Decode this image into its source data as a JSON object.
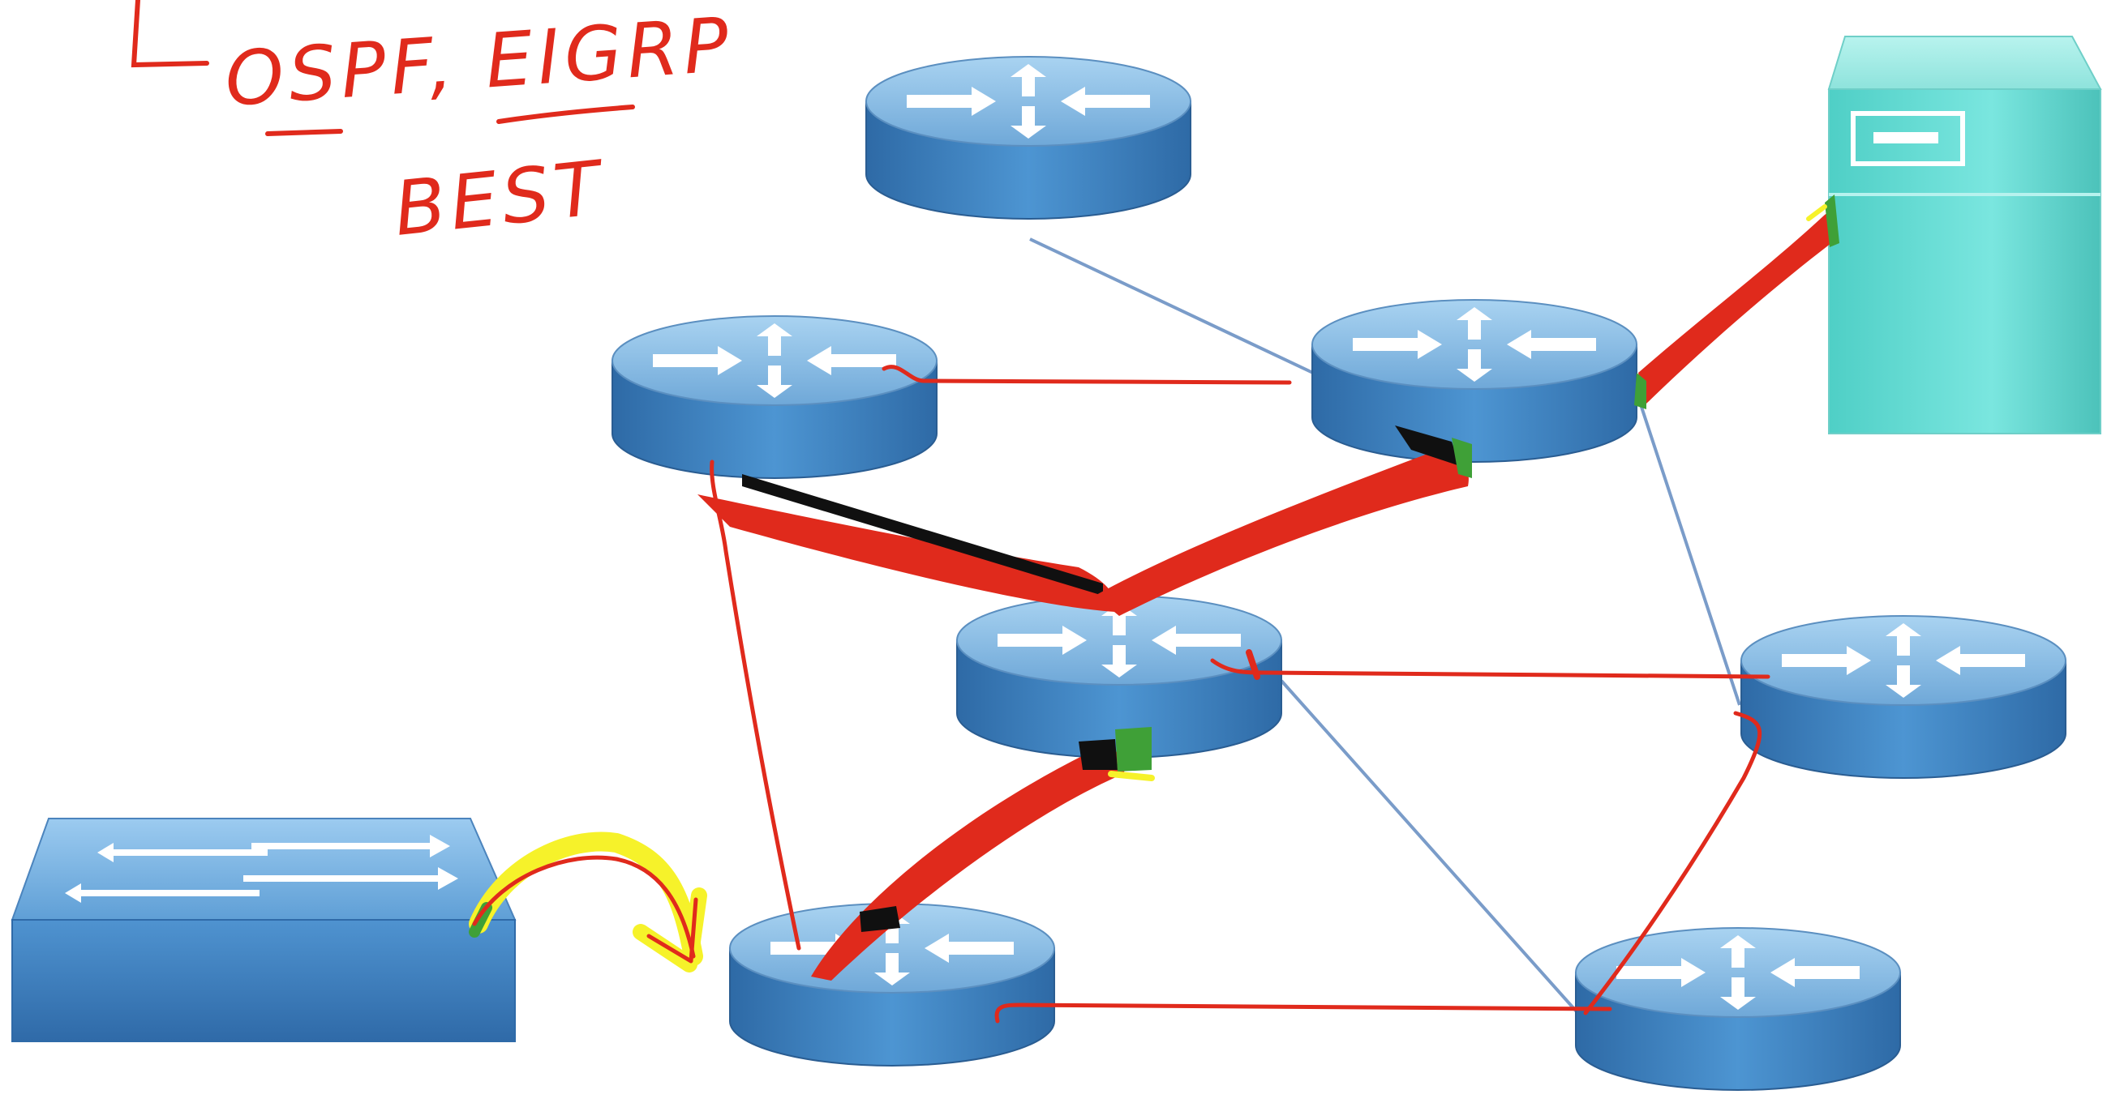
{
  "annotations": {
    "line1": "OSPF, EIGRP",
    "line2": "BEST"
  },
  "colors": {
    "background": "#ffffff",
    "router_top": "#8fc1e6",
    "router_side": "#3a7fbf",
    "switch_top": "#8cc0e8",
    "server_body": "#63d8d0",
    "link_blue": "#7a9cc9",
    "ink_red": "#e02a1c",
    "highlight_yellow": "#f6f22a",
    "highlight_green": "#3fa037"
  },
  "devices": [
    {
      "id": "router-top",
      "type": "router"
    },
    {
      "id": "router-left",
      "type": "router"
    },
    {
      "id": "router-right-upper",
      "type": "router"
    },
    {
      "id": "router-center",
      "type": "router"
    },
    {
      "id": "router-right",
      "type": "router"
    },
    {
      "id": "router-bottom-left",
      "type": "router"
    },
    {
      "id": "router-bottom-right",
      "type": "router"
    },
    {
      "id": "switch",
      "type": "switch"
    },
    {
      "id": "server",
      "type": "server"
    }
  ]
}
